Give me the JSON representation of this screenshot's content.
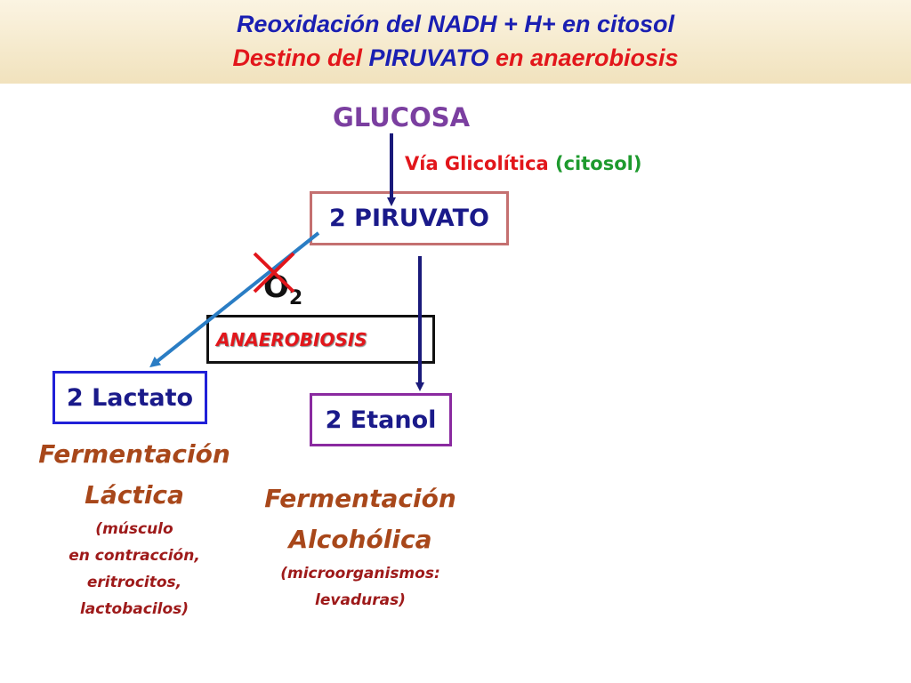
{
  "header": {
    "line1": "Reoxidación del NADH + H+  en citosol",
    "line2": {
      "part1": "Destino del ",
      "part2": "PIRUVATO",
      "part3": " en ",
      "part4": "anaerobiosis"
    }
  },
  "diagram": {
    "glucosa": "GLUCOSA",
    "via": {
      "label": "Vía Glicolítica",
      "context": "(citosol)"
    },
    "piruvato": "2 PIRUVATO",
    "oxygen": {
      "symbol": "O",
      "subscript": "2"
    },
    "anaerobiosis": "ANAEROBIOSIS",
    "lactato": "2 Lactato",
    "etanol": "2 Etanol",
    "fermentacion_lactica": {
      "line1": "Fermentación",
      "line2": "Láctica",
      "note1": "(músculo",
      "note2": "en contracción,",
      "note3": "eritrocitos,",
      "note4": "lactobacilos)"
    },
    "fermentacion_alcoholica": {
      "line1": "Fermentación",
      "line2": "Alcohólica",
      "note1": "(microorganismos:",
      "note2": "levaduras)"
    }
  },
  "colors": {
    "title_blue": "#1a1fb2",
    "title_red": "#e2161b",
    "arrow_navy": "#1a1a7a",
    "arrow_blue": "#2a7dc4",
    "cross_red": "#e2161b"
  }
}
